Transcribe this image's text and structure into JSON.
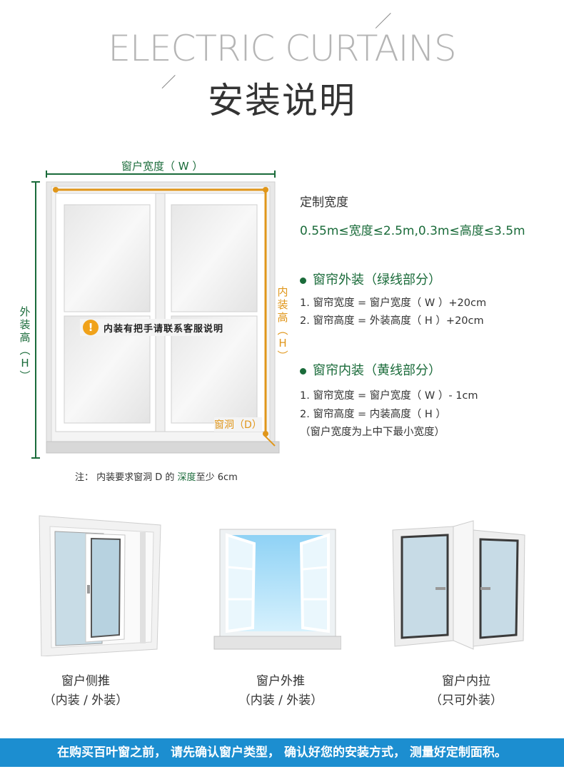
{
  "header": {
    "title_en": "ELECTRIC CURTAINS",
    "title_cn": "安装说明"
  },
  "diagram": {
    "width_label": "窗户宽度（ W ）",
    "outer_height_label": [
      "外",
      "装",
      "高",
      "︵",
      "H",
      "︶"
    ],
    "inner_height_label": [
      "内",
      "装",
      "高",
      "︵",
      "H",
      "︶"
    ],
    "warning_icon": "exclamation-icon",
    "warning_text": "内装有把手请联系客服说明",
    "hole_label": "窗洞（D）",
    "note": {
      "prefix": "注：  内装要求窗洞 D 的 ",
      "highlight": "深度",
      "suffix": "至少 6cm"
    }
  },
  "info": {
    "custom_width_title": "定制宽度",
    "range": "0.55m≤宽度≤2.5m,0.3m≤高度≤3.5m",
    "outer": {
      "title": "窗帘外装（绿线部分）",
      "lines": [
        "1. 窗帘宽度 = 窗户宽度（ W ）+20cm",
        "2. 窗帘高度 = 外装高度（ H ）+20cm"
      ]
    },
    "inner": {
      "title": "窗帘内装（黄线部分）",
      "lines": [
        "1. 窗帘宽度 = 窗户宽度（ W ）- 1cm",
        "2. 窗帘高度 = 内装高度（ H ）",
        "（窗户宽度为上中下最小宽度）"
      ]
    }
  },
  "window_types": [
    {
      "name": "窗户侧推",
      "install": "（内装 / 外装）"
    },
    {
      "name": "窗户外推",
      "install": "（内装 / 外装）"
    },
    {
      "name": "窗户内拉",
      "install": "（只可外装）"
    }
  ],
  "footer": "在购买百叶窗之前，  请先确认窗户类型，  确认好您的安装方式，  测量好定制面积。",
  "colors": {
    "green": "#1a6b3a",
    "orange": "#e0961a",
    "footer_bg": "#1c8ed0"
  }
}
